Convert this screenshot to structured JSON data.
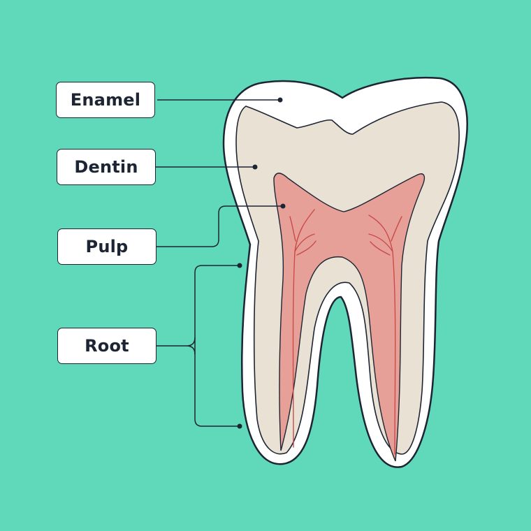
{
  "colors": {
    "background": "#5fd9b9",
    "enamel": "#ffffff",
    "dentin": "#e8e1d4",
    "pulp": "#e7a097",
    "pulp_vessels": "#c94b4a",
    "outline": "#1d2433"
  },
  "labels": {
    "enamel": "Enamel",
    "dentin": "Dentin",
    "pulp": "Pulp",
    "root": "Root"
  }
}
